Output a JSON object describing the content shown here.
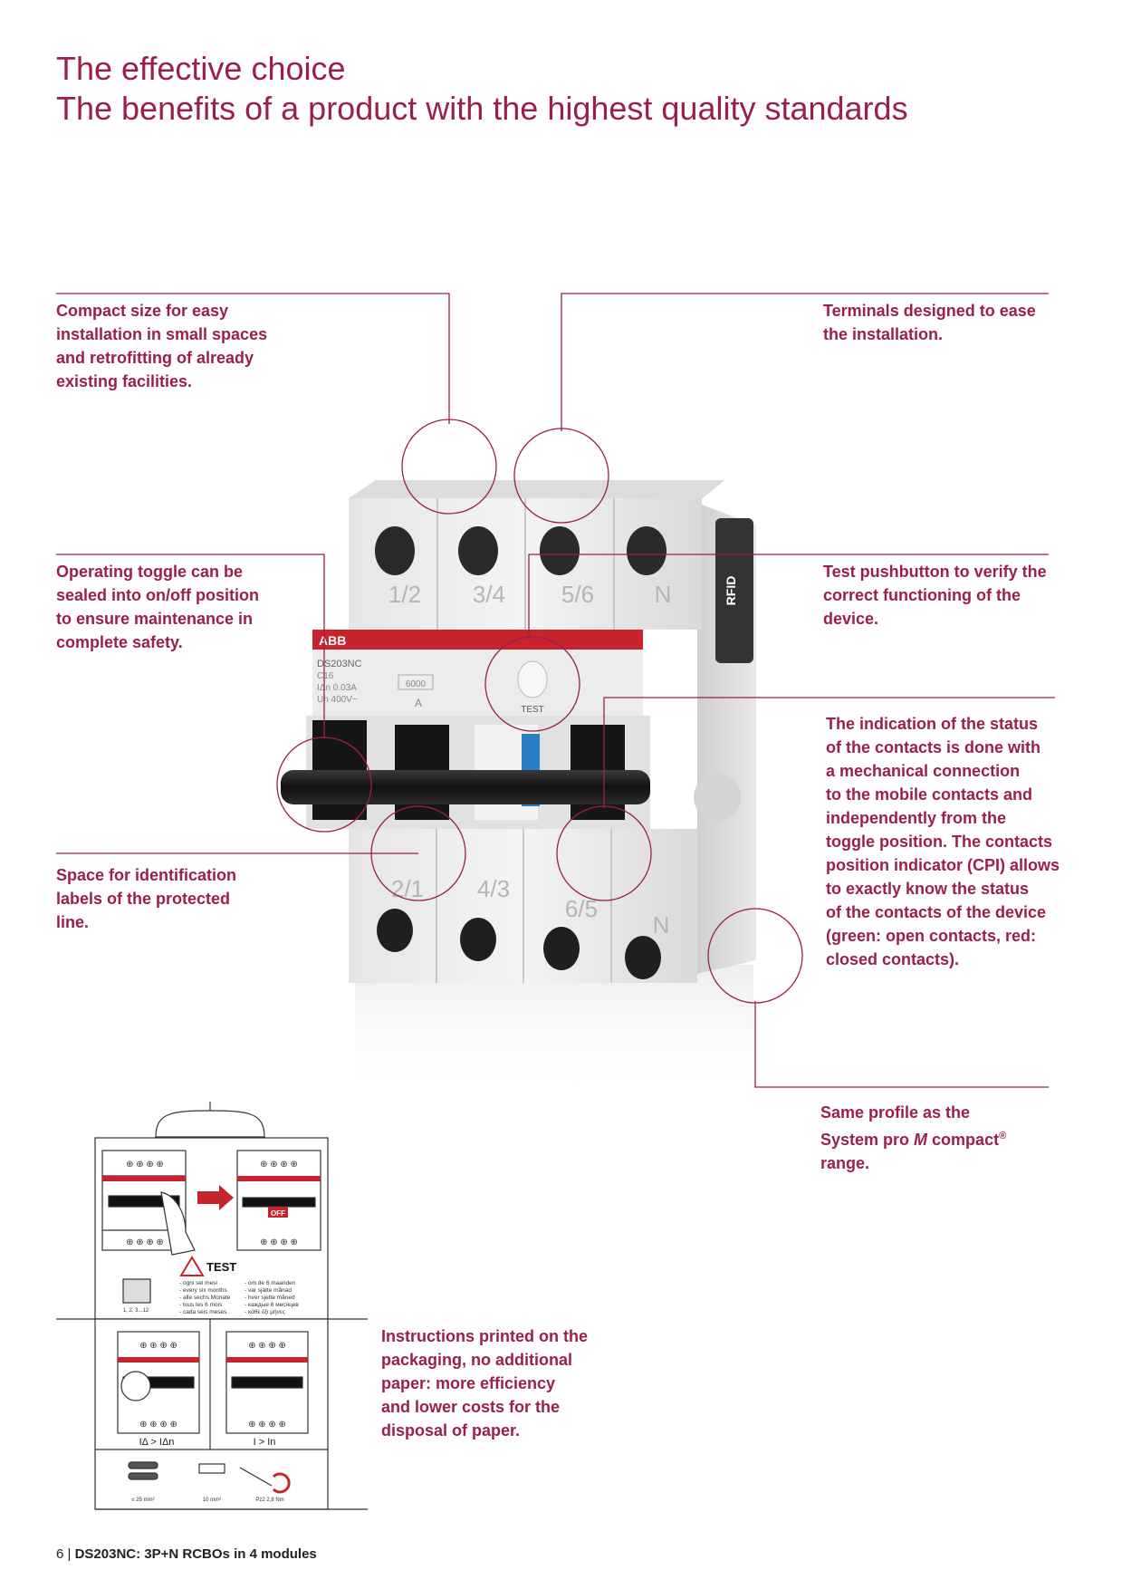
{
  "header": {
    "title_line1": "The effective choice",
    "title_line2": "The benefits of a product with the highest quality standards"
  },
  "callouts": {
    "compact": [
      "Compact size for easy",
      "installation in small spaces",
      "and retrofitting of already",
      "existing facilities."
    ],
    "terminals": [
      "Terminals designed to ease",
      "the installation."
    ],
    "toggle": [
      "Operating toggle can be",
      "sealed into on/off position",
      "to ensure maintenance in",
      "complete safety."
    ],
    "test": [
      "Test pushbutton to verify the",
      "correct functioning of the",
      "device."
    ],
    "indication": [
      "The indication of the status",
      "of the contacts is done with",
      "a mechanical connection",
      "to the mobile contacts and",
      "independently from the",
      "toggle position. The contacts",
      "position indicator (CPI) allows",
      "to exactly know the status",
      "of the contacts of the device",
      "(green: open contacts, red:",
      "closed contacts)."
    ],
    "labels": [
      "Space for identification",
      "labels of the protected",
      "line."
    ],
    "profile": [
      "Same profile as the",
      "System pro ",
      "M",
      " compact",
      "®",
      "range."
    ],
    "instructions": [
      "Instructions printed on the",
      "packaging, no additional",
      "paper: more efficiency",
      "and lower costs for the",
      "disposal of paper."
    ]
  },
  "device": {
    "top_terminals": [
      "1/2",
      "3/4",
      "5/6",
      "N"
    ],
    "bottom_terminals": [
      "2/1",
      "4/3",
      "6/5",
      "N"
    ],
    "brand": "ABB",
    "model": "DS203NC",
    "rating": "C16",
    "sensitivity": "IΔn 0.03A",
    "voltage": "Un 400V~",
    "breaking": "6000",
    "type": "A",
    "test_label": "TEST",
    "rfid_label": "RFID"
  },
  "packaging": {
    "test_title": "TEST",
    "freq_left": [
      "- ogni sei mesi",
      "- every six months",
      "- alle sechs Monate",
      "- tous les 6 mois",
      "- cada seis meses"
    ],
    "freq_right": [
      "- om de 6 maanden",
      "- var sjätte månad",
      "- hver sjette måned",
      "- каждые 6 месяцев",
      "- κάθε έξι μήνες"
    ],
    "calendar_label": "1, 2, 3...12",
    "off_label": "OFF",
    "cond_left": "IΔ > IΔn",
    "cond_right": "I > In",
    "wire1": "≤ 25 mm²",
    "wire2": "10 mm²",
    "torque": "Pz2 2,8 Nm"
  },
  "footer": {
    "page": "6",
    "title": "DS203NC: 3P+N RCBOs in 4 modules"
  },
  "colors": {
    "accent": "#9b1f4e",
    "red_band": "#c8242b",
    "blue_button": "#2a7fc4"
  }
}
